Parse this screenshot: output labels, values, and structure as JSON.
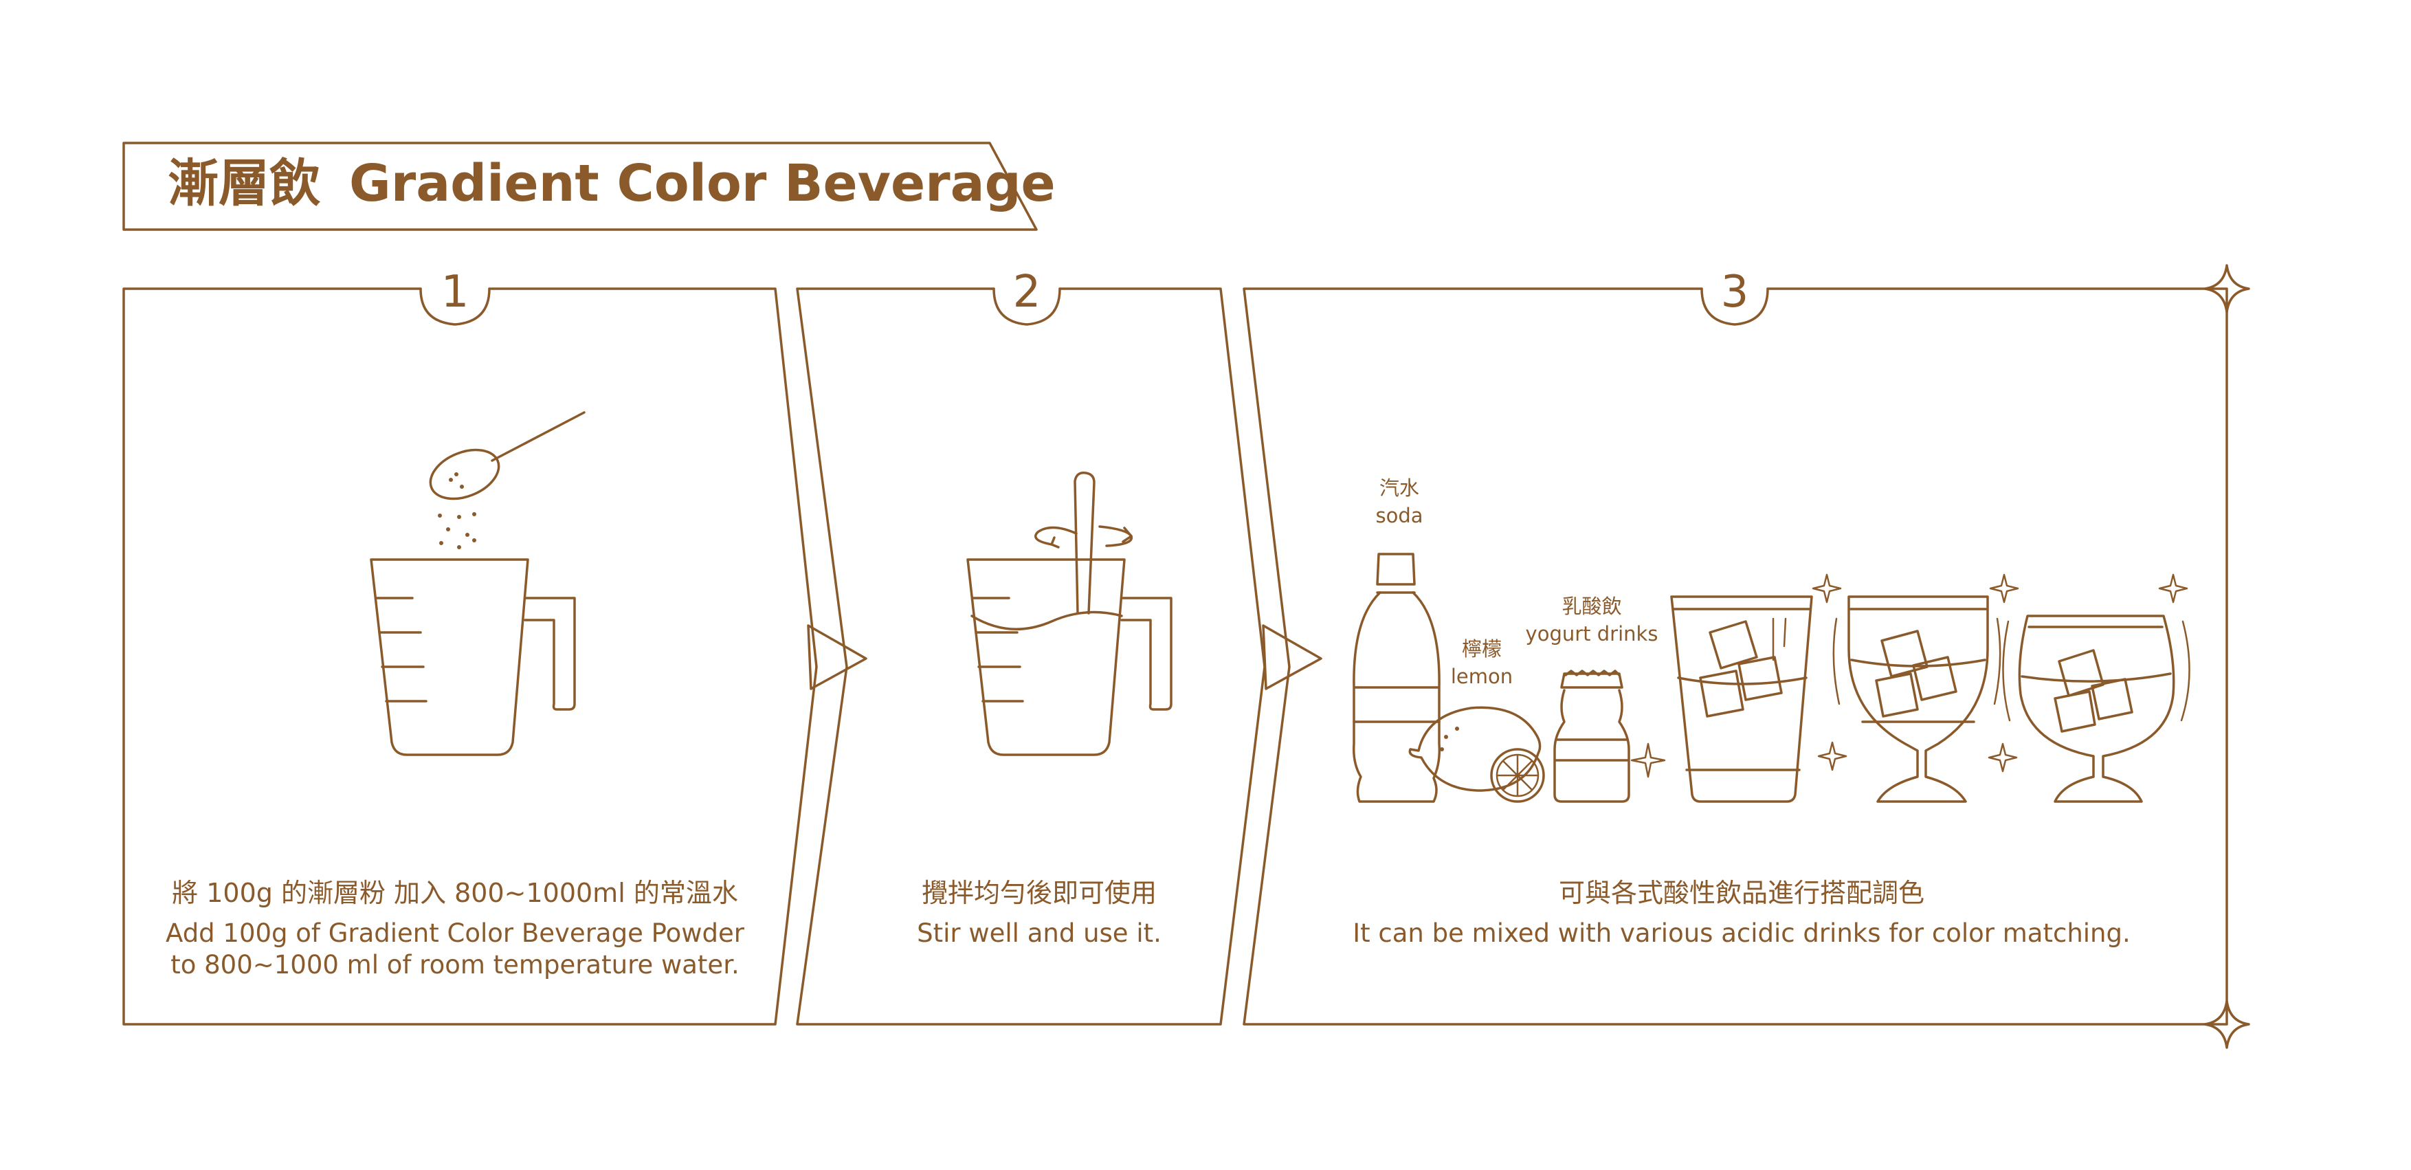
{
  "title": {
    "zh": "漸層飲",
    "en": "Gradient Color Beverage"
  },
  "steps": [
    {
      "number": "1",
      "caption_zh": "將 100g 的漸層粉 加入 800~1000ml 的常溫水",
      "caption_en_line1": "Add 100g of Gradient Color Beverage Powder",
      "caption_en_line2": "to 800~1000 ml of room temperature water."
    },
    {
      "number": "2",
      "caption_zh": "攪拌均勻後即可使用",
      "caption_en_line1": "Stir well and use it."
    },
    {
      "number": "3",
      "caption_zh": "可與各式酸性飲品進行搭配調色",
      "caption_en_line1": "It can be mixed with various acidic drinks for color matching."
    }
  ],
  "drinks": {
    "soda_zh": "汽水",
    "soda_en": "soda",
    "lemon_zh": "檸檬",
    "lemon_en": "lemon",
    "yogurt_zh": "乳酸飲",
    "yogurt_en": "yogurt drinks"
  },
  "colors": {
    "line": "#8b5a2b",
    "background": "#ffffff"
  },
  "icons": [
    "spoon-icon",
    "measuring-cup-icon",
    "stir-stick-icon",
    "rotate-arrows-icon",
    "soda-bottle-icon",
    "lemon-icon",
    "yogurt-bottle-icon",
    "tall-glass-icon",
    "goblet-icon",
    "wine-glass-icon",
    "sparkle-icon",
    "arrow-right-icon"
  ]
}
